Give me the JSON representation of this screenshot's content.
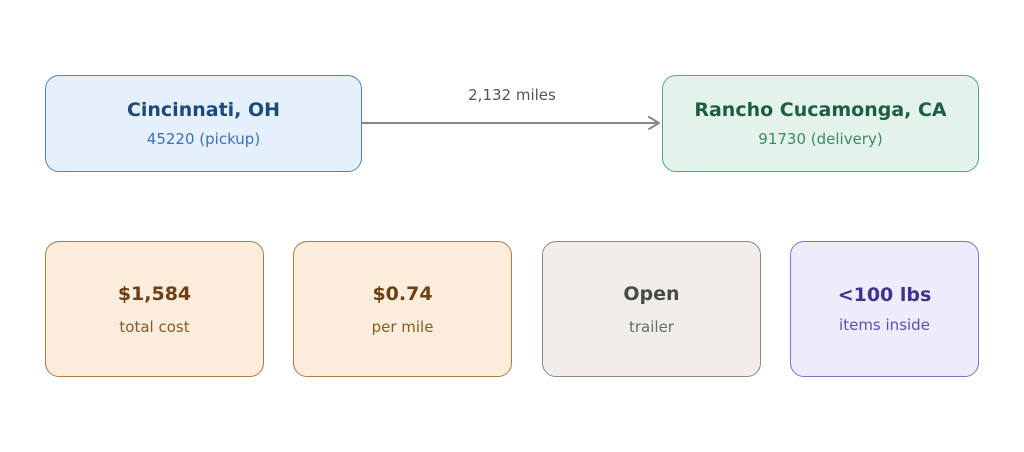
{
  "route": {
    "origin": {
      "city": "Cincinnati, OH",
      "detail": "45220 (pickup)"
    },
    "destination": {
      "city": "Rancho Cucamonga, CA",
      "detail": "91730 (delivery)"
    },
    "distance": "2,132 miles"
  },
  "stats": [
    {
      "value": "$1,584",
      "label": "total cost"
    },
    {
      "value": "$0.74",
      "label": "per mile"
    },
    {
      "value": "Open",
      "label": "trailer"
    },
    {
      "value": "<100 lbs",
      "label": "items inside"
    }
  ],
  "colors": {
    "origin_fill": "#e6f0fb",
    "destination_fill": "#e3f3ec",
    "cost_fill": "#fbecdc",
    "trailer_fill": "#f1eee9",
    "weight_fill": "#eeebfb",
    "arrow": "#888888"
  }
}
